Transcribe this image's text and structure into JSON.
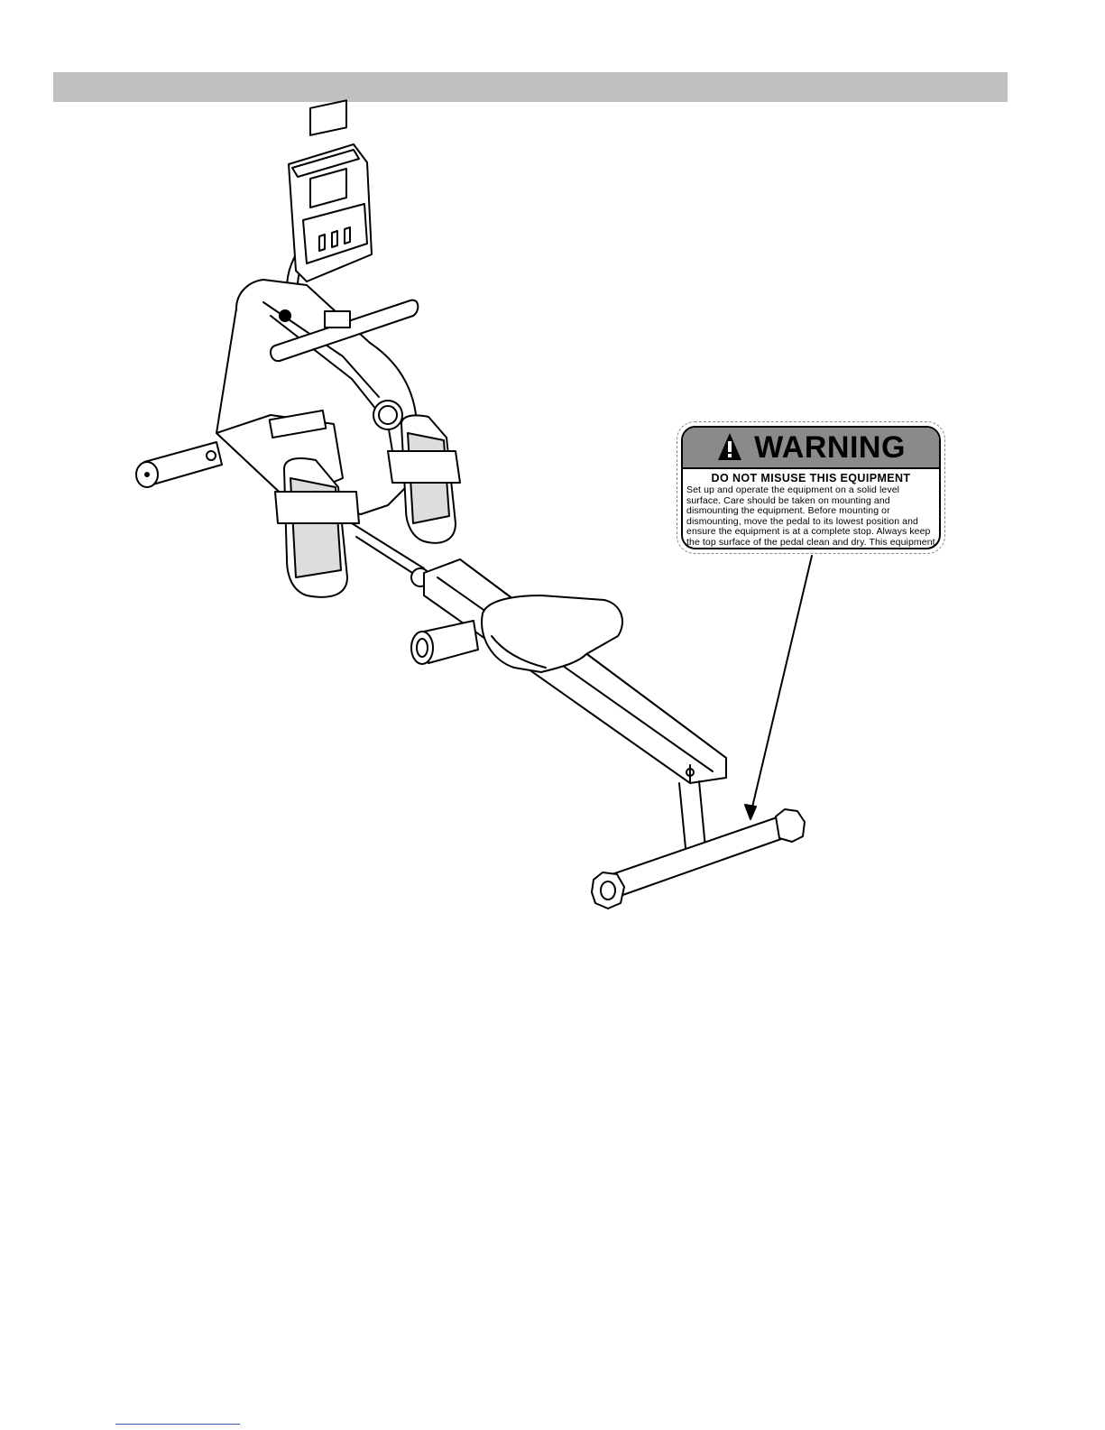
{
  "warning_label": {
    "heading": "WARNING",
    "subheading": "DO NOT MISUSE THIS EQUIPMENT",
    "body": "Set up and operate the equipment on a solid level surface. Care should be taken on mounting and dismounting the equipment. Before mounting or dismounting, move the pedal to its lowest position and ensure the equipment is at a complete stop. Always keep the top surface of the pedal clean and dry. This equipment is for consumer use only.",
    "icon": "exclamation-warning-icon"
  },
  "colors": {
    "header_bar": "#c0c0c0",
    "label_header": "#8a8a8a",
    "line_art": "#000000"
  }
}
